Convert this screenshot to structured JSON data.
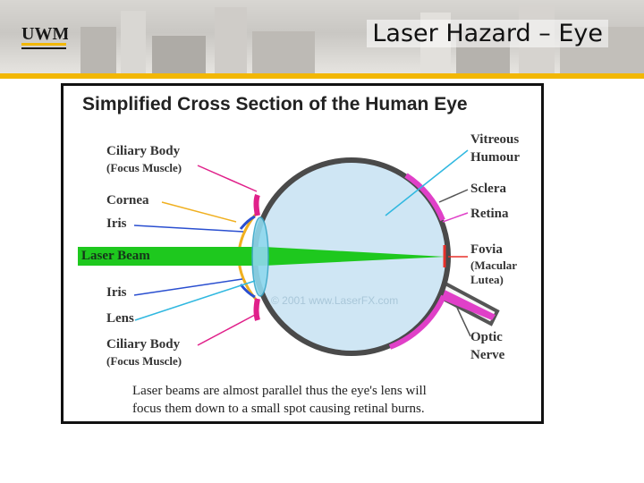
{
  "header": {
    "logo_text": "UWM",
    "slide_title": "Laser Hazard – Eye"
  },
  "figure": {
    "title": "Simplified Cross Section of the Human Eye",
    "watermark": "© 2001 www.LaserFX.com",
    "labels": {
      "ciliary_body_top": "Ciliary Body",
      "ciliary_body_top_sub": "(Focus Muscle)",
      "cornea": "Cornea",
      "iris_top": "Iris",
      "laser_beam": "Laser Beam",
      "iris_bottom": "Iris",
      "lens": "Lens",
      "ciliary_body_bottom": "Ciliary Body",
      "ciliary_body_bottom_sub": "(Focus Muscle)",
      "vitreous_line1": "Vitreous",
      "vitreous_line2": "Humour",
      "sclera": "Sclera",
      "retina": "Retina",
      "fovia": "Fovia",
      "fovia_sub1": "(Macular",
      "fovia_sub2": "Lutea)",
      "optic_line1": "Optic",
      "optic_line2": "Nerve"
    },
    "caption_line1": "Laser beams are almost parallel thus the eye's lens will",
    "caption_line2": "focus them down to a small spot causing retinal burns."
  },
  "colors": {
    "gold_rule": "#f2b705",
    "laser_green": "#1ec81e",
    "sclera": "#4a4a4a",
    "retina_magenta": "#e040c8",
    "vitreous_fill": "#cfe6f4",
    "pointer_magenta": "#e0208a",
    "pointer_gold": "#f0b020",
    "pointer_blue": "#2a4fd0",
    "pointer_cyan": "#30b8e0"
  }
}
